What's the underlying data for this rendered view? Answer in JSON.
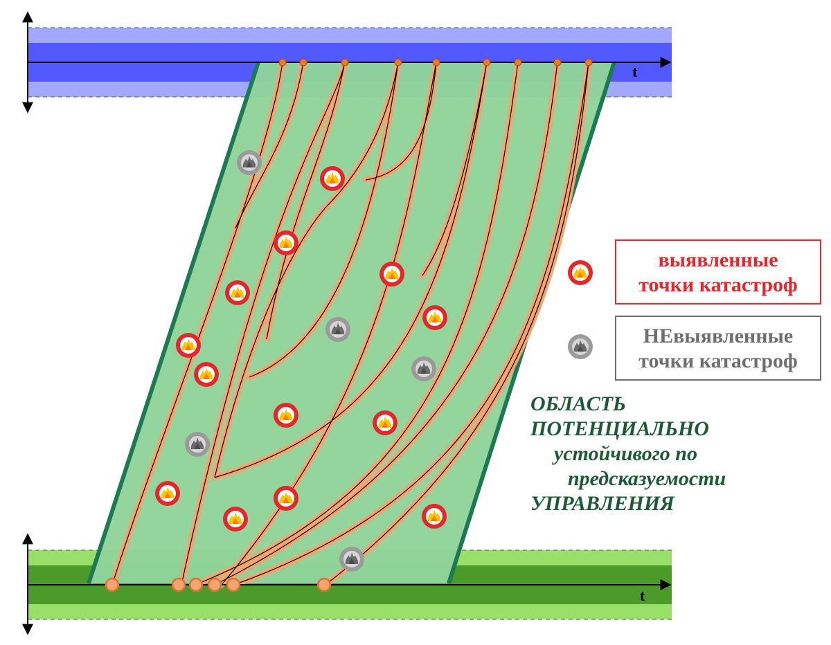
{
  "axis_top_label": "t",
  "axis_bottom_label": "t",
  "legend": {
    "detected": {
      "line1": "выявленные",
      "line2": "точки катастроф",
      "icon": "fire-icon",
      "color": "#e5262a"
    },
    "undetected": {
      "line1": "НЕвыявленные",
      "line2": "точки катастроф",
      "icon": "fire-icon-grey",
      "color": "#8c8c8c"
    }
  },
  "region_label": {
    "line1": "ОБЛАСТЬ",
    "line2": "ПОТЕНЦИАЛЬНО",
    "line3": "устойчивого по",
    "line4": "предсказуемости",
    "line5": "УПРАВЛЕНИЯ",
    "color": "#1b5a33"
  },
  "colors": {
    "top_band_outer": "#a3a8ff",
    "top_band_inner": "#5259ff",
    "bottom_band_outer": "#99e06b",
    "bottom_band_inner": "#4c9a2a",
    "region_fill": "#8fd49a",
    "region_border": "#1b7a52",
    "trajectory": "#f4a46e"
  }
}
